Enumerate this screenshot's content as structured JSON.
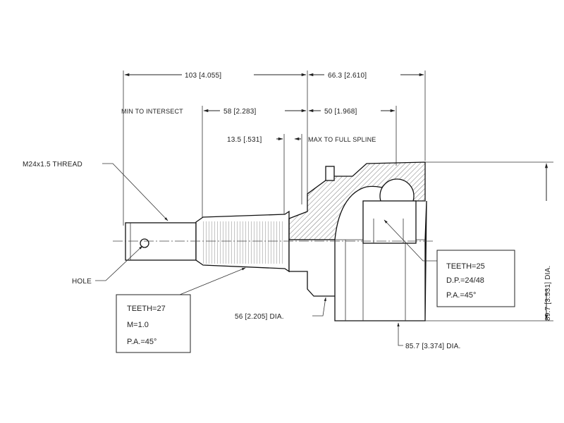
{
  "dimensions": {
    "overall_left": "103 [4.055]",
    "overall_right": "66.3 [2.610]",
    "min_to_intersect_label": "MIN TO INTERSECT",
    "spline_length": "58 [2.283]",
    "spline_right": "50 [1.968]",
    "small_length": "13.5 [.531]",
    "max_to_full_spline_label": "MAX TO FULL SPLINE",
    "outer_dia": "89.7 [3.531] DIA.",
    "shaft_dia": "56 [2.205] DIA.",
    "housing_dia": "85.7 [3.374] DIA."
  },
  "callouts": {
    "thread": "M24x1.5 THREAD",
    "hole": "HOLE"
  },
  "spec_boxes": {
    "outer_spline": [
      "TEETH=27",
      "M=1.0",
      "P.A.=45°"
    ],
    "inner_spline": [
      "TEETH=25",
      "D.P.=24/48",
      "P.A.=45°"
    ]
  }
}
